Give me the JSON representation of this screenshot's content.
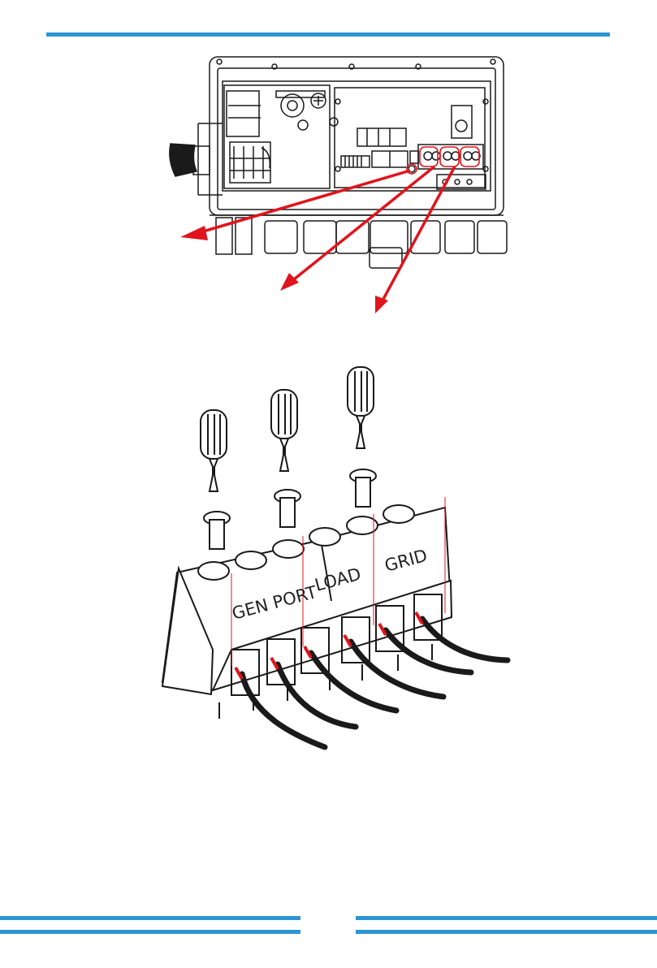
{
  "page": {
    "accent_color": "#2d95d3",
    "arrow_color": "#e0141c",
    "wire_color": "#1a1a1a"
  },
  "terminal_block": {
    "labels": {
      "gen_port": "GEN PORT",
      "load": "LOAD",
      "grid": "GRID"
    }
  },
  "icons": [
    "inverter-housing-illustration",
    "screwdriver-icon",
    "screw-icon",
    "cable-icon",
    "arrow-icon"
  ]
}
